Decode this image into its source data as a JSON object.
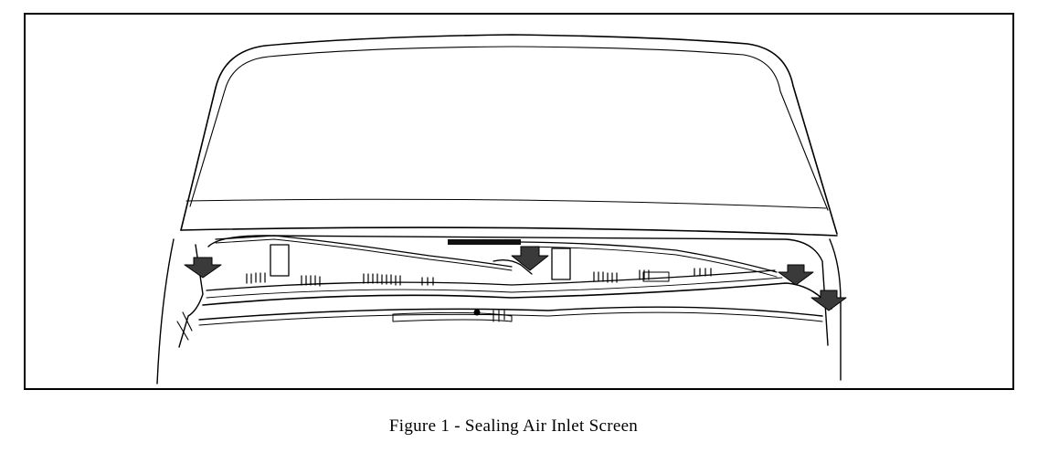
{
  "figure": {
    "caption": "Figure 1 - Sealing Air Inlet Screen",
    "ink_color": "#000000",
    "paper_color": "#ffffff",
    "callouts": [
      {
        "name": "arrow-left-corner",
        "direction": "down",
        "fill": "#3a3a3a"
      },
      {
        "name": "arrow-center",
        "direction": "down",
        "fill": "#3a3a3a"
      },
      {
        "name": "arrow-right-upper",
        "direction": "down",
        "fill": "#3a3a3a"
      },
      {
        "name": "arrow-right-lower",
        "direction": "down",
        "fill": "#3a3a3a"
      }
    ]
  }
}
